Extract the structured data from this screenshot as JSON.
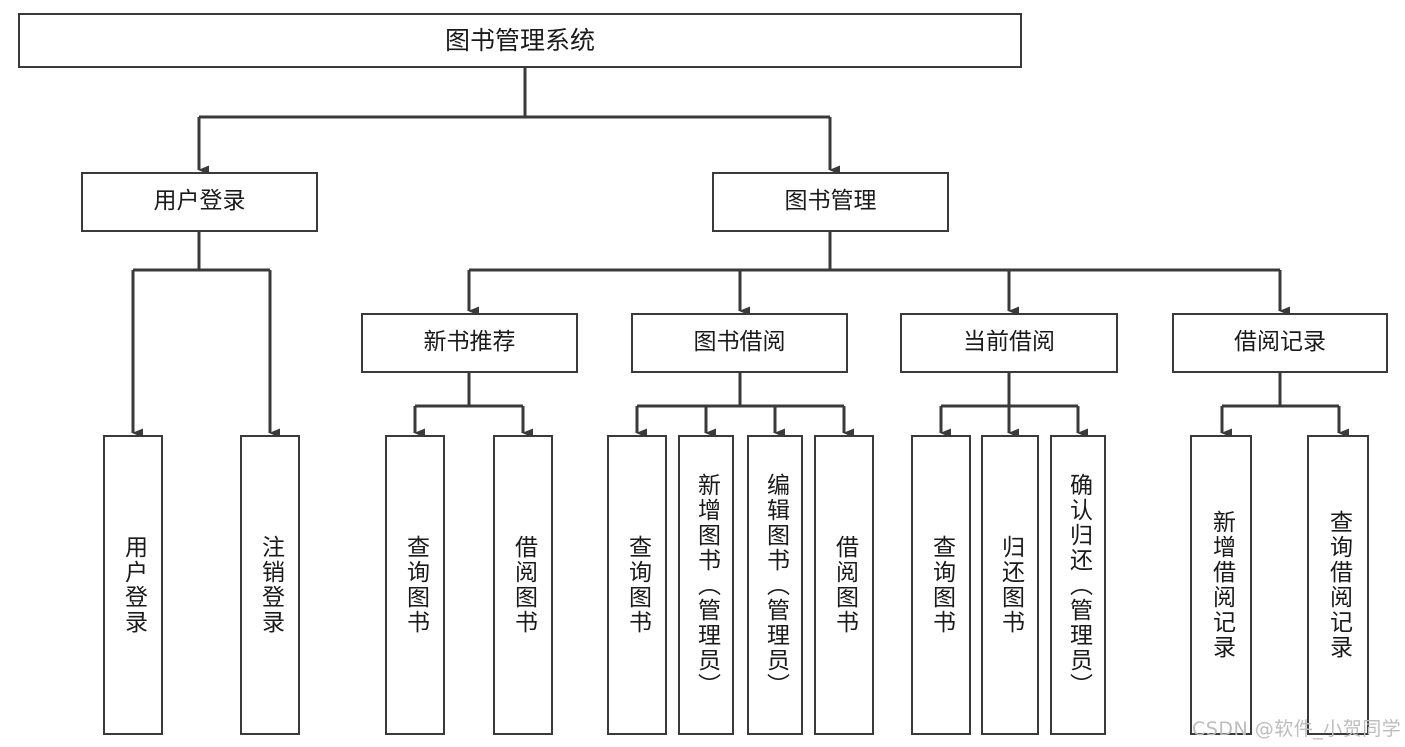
{
  "diagram": {
    "type": "tree-hierarchy",
    "title": "图书管理系统",
    "root": {
      "label": "图书管理系统"
    },
    "level2": [
      {
        "id": "user-login",
        "label": "用户登录"
      },
      {
        "id": "book-manage",
        "label": "图书管理"
      }
    ],
    "level3": [
      {
        "id": "new-book-recommend",
        "label": "新书推荐",
        "parent": "book-manage"
      },
      {
        "id": "book-borrow",
        "label": "图书借阅",
        "parent": "book-manage"
      },
      {
        "id": "current-borrow",
        "label": "当前借阅",
        "parent": "book-manage"
      },
      {
        "id": "borrow-record",
        "label": "借阅记录",
        "parent": "book-manage"
      }
    ],
    "leaves": [
      {
        "id": "leaf-user-login",
        "label": "用户登录",
        "parent": "user-login"
      },
      {
        "id": "leaf-logout",
        "label": "注销登录",
        "parent": "user-login"
      },
      {
        "id": "leaf-query-book-1",
        "label": "查询图书",
        "parent": "new-book-recommend"
      },
      {
        "id": "leaf-borrow-book-1",
        "label": "借阅图书",
        "parent": "new-book-recommend"
      },
      {
        "id": "leaf-query-book-2",
        "label": "查询图书",
        "parent": "book-borrow"
      },
      {
        "id": "leaf-add-book",
        "label": "新增图书（管理员）",
        "parent": "book-borrow"
      },
      {
        "id": "leaf-edit-book",
        "label": "编辑图书（管理员）",
        "parent": "book-borrow"
      },
      {
        "id": "leaf-borrow-book-2",
        "label": "借阅图书",
        "parent": "book-borrow"
      },
      {
        "id": "leaf-query-book-3",
        "label": "查询图书",
        "parent": "current-borrow"
      },
      {
        "id": "leaf-return-book",
        "label": "归还图书",
        "parent": "current-borrow"
      },
      {
        "id": "leaf-confirm-return",
        "label": "确认归还（管理员）",
        "parent": "current-borrow"
      },
      {
        "id": "leaf-add-record",
        "label": "新增借阅记录",
        "parent": "borrow-record"
      },
      {
        "id": "leaf-query-record",
        "label": "查询借阅记录",
        "parent": "borrow-record"
      }
    ],
    "colors": {
      "line": "#3a3a3a",
      "box_border": "#3a3a3a",
      "box_fill": "#ffffff",
      "text": "#1a1a1a",
      "background": "#ffffff",
      "watermark": "#bdbdbd"
    }
  },
  "watermark": {
    "text": "CSDN @软件_小贺同学"
  }
}
